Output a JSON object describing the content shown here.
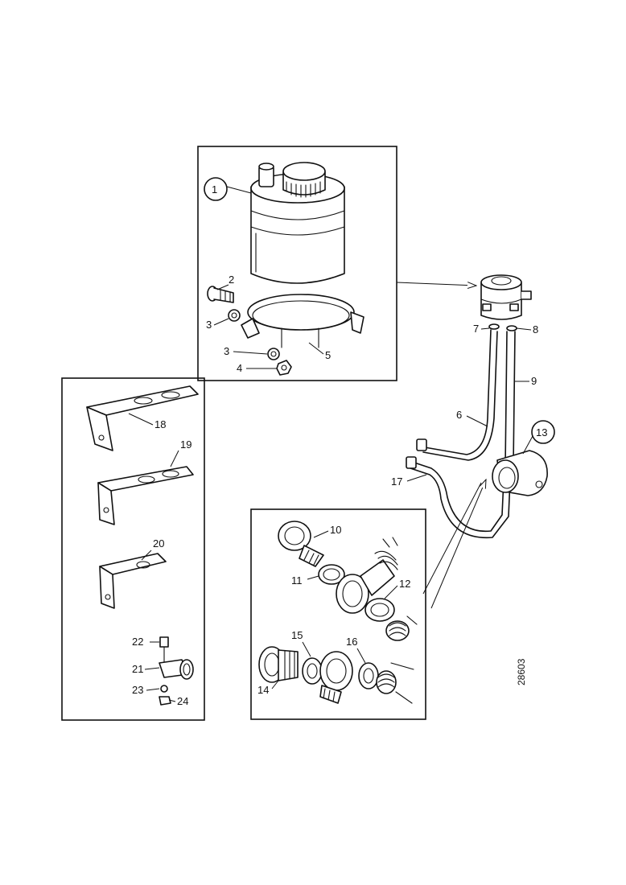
{
  "callouts": {
    "c1": "1",
    "c2": "2",
    "c3a": "3",
    "c3b": "3",
    "c4": "4",
    "c5": "5",
    "c6": "6",
    "c7": "7",
    "c8": "8",
    "c9": "9",
    "c10": "10",
    "c11": "11",
    "c12": "12",
    "c13": "13",
    "c14": "14",
    "c15": "15",
    "c16": "16",
    "c17": "17",
    "c18": "18",
    "c19": "19",
    "c20": "20",
    "c21": "21",
    "c22": "22",
    "c23": "23",
    "c24": "24"
  },
  "figure_code": "28603"
}
